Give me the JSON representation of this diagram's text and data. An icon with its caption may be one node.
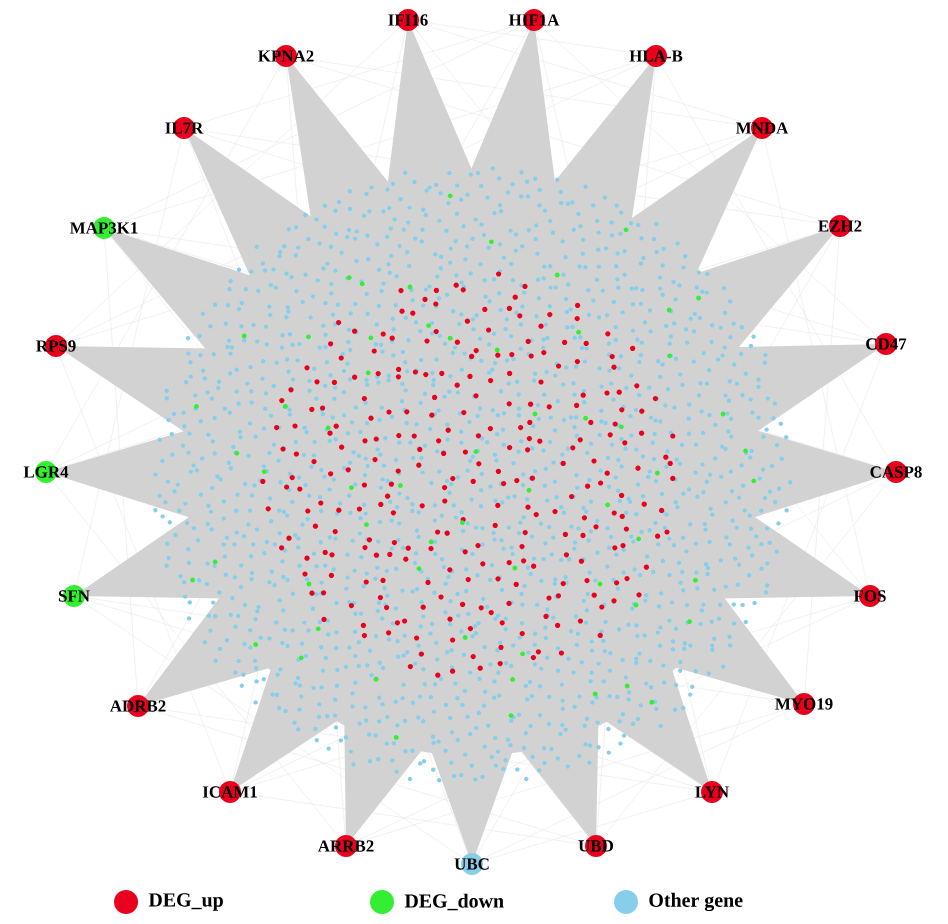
{
  "diagram": {
    "nodes": [
      {
        "text": [
          "IFI16"
        ]
      },
      {
        "text": [
          "HIF1A"
        ]
      },
      {
        "text": [
          "KPNA2"
        ]
      },
      {
        "text": [
          "HLA-B"
        ]
      },
      {
        "text": [
          "IL7R"
        ]
      },
      {
        "text": [
          "MNDA"
        ]
      },
      {
        "text": [
          "MAP3K1"
        ]
      },
      {
        "text": [
          "EZH2"
        ]
      },
      {
        "text": [
          "RPS9"
        ]
      },
      {
        "text": [
          "CD47"
        ]
      },
      {
        "text": [
          "LGR4"
        ]
      },
      {
        "text": [
          "CASP8"
        ]
      },
      {
        "text": [
          "SFN"
        ]
      },
      {
        "text": [
          "FOS"
        ]
      },
      {
        "text": [
          "ADRB2"
        ]
      },
      {
        "text": [
          "MYO19"
        ]
      },
      {
        "text": [
          "ICAM1"
        ]
      },
      {
        "text": [
          "LYN"
        ]
      },
      {
        "text": [
          "ARRB2"
        ]
      },
      {
        "text": [
          "UBD"
        ]
      },
      {
        "text": [
          "UBC"
        ]
      }
    ],
    "legend": [
      {
        "text": "DEG_up",
        "color": "#e8001c"
      },
      {
        "text": "DEG_down",
        "color": "#33ee33"
      },
      {
        "text": "Other gene",
        "color": "#87ceeb"
      }
    ]
  }
}
